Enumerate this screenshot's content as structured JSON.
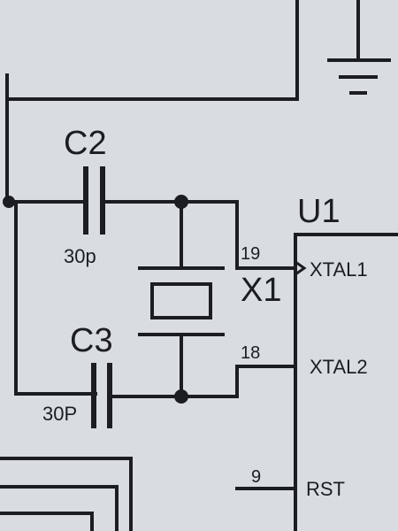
{
  "schematic": {
    "ic": {
      "ref": "U1"
    },
    "crystal": {
      "ref": "X1"
    },
    "capacitors": [
      {
        "ref": "C2",
        "value": "30p"
      },
      {
        "ref": "C3",
        "value": "30P"
      }
    ],
    "pins": [
      {
        "number": "19",
        "signal": "XTAL1"
      },
      {
        "number": "18",
        "signal": "XTAL2"
      },
      {
        "number": "9",
        "signal": "RST"
      }
    ]
  },
  "colors": {
    "background": "#d9dde1",
    "ink": "#1b1d22"
  }
}
